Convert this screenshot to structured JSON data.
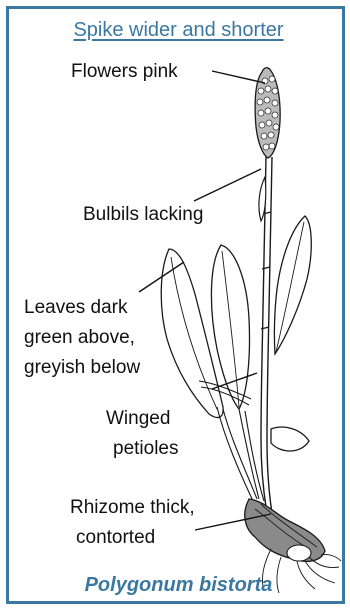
{
  "heading": "Spike wider and shorter",
  "labels": {
    "flowers": "Flowers pink",
    "bulbils": "Bulbils lacking",
    "leaves_line1": "Leaves dark",
    "leaves_line2": "green above,",
    "leaves_line3": "greyish below",
    "petioles_line1": "Winged",
    "petioles_line2": "petioles",
    "rhizome_line1": "Rhizome thick,",
    "rhizome_line2": "contorted"
  },
  "species_name": "Polygonum bistorta",
  "colors": {
    "accent": "#3a78a2",
    "text": "#111111",
    "ink": "#1a1a1a"
  }
}
